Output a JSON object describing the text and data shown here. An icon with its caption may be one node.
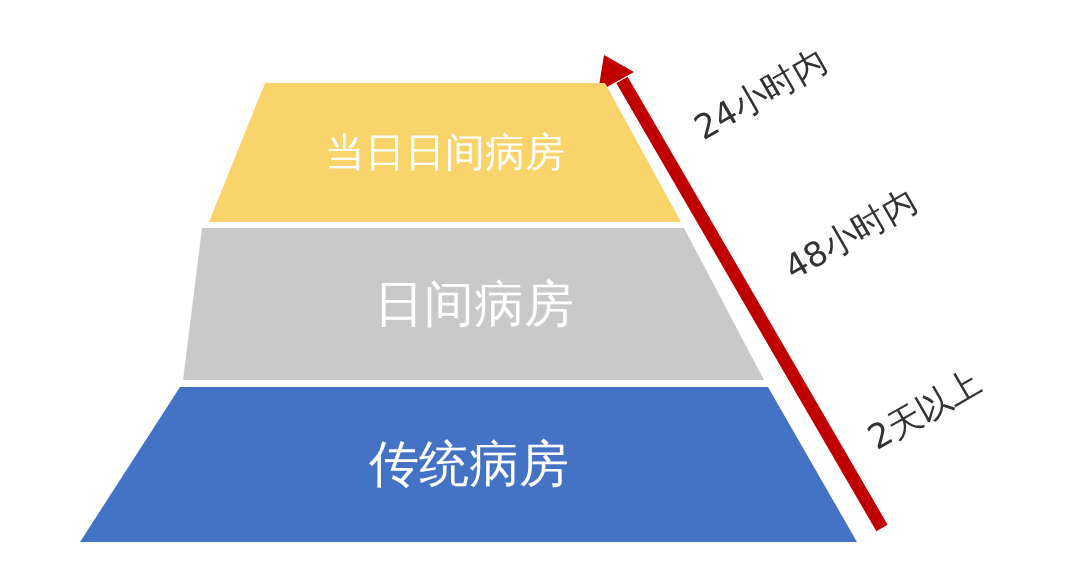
{
  "diagram": {
    "nodes": [
      {
        "text": [
          "当日日间病房"
        ],
        "beside": [
          "24小时内"
        ]
      },
      {
        "text": [
          "日间病房"
        ],
        "beside": [
          "48小时内"
        ]
      },
      {
        "text": [
          "传统病房"
        ],
        "beside": [
          "2天以上"
        ]
      }
    ]
  }
}
